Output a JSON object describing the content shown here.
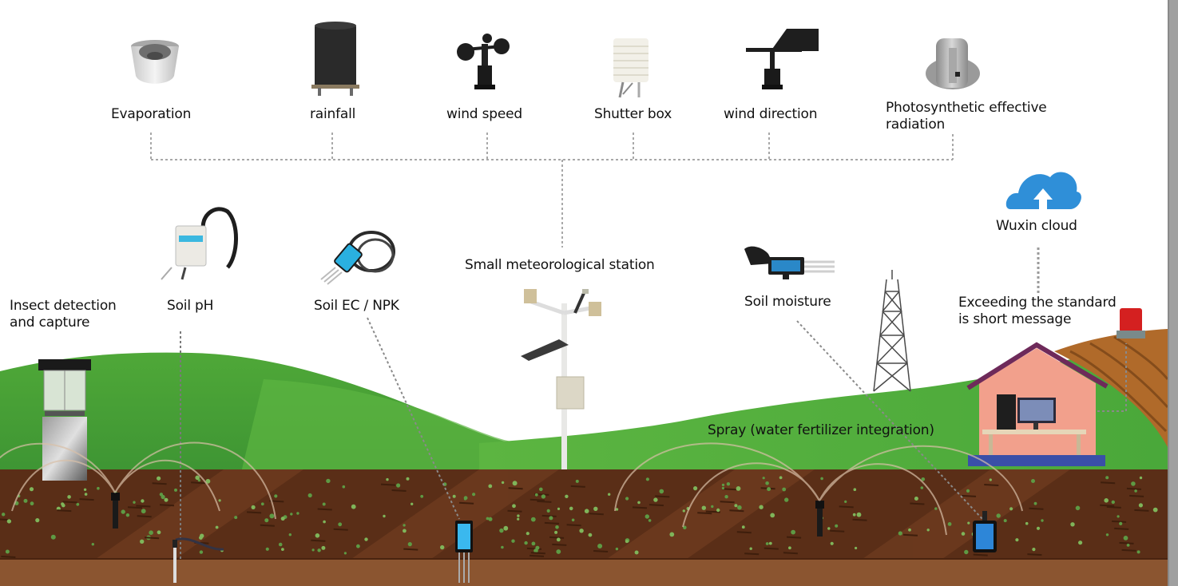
{
  "diagram": {
    "type": "smart-agriculture-iot-system",
    "weather_sensors": [
      {
        "id": "evaporation",
        "label": "Evaporation",
        "icon": "evaporation-sensor-icon"
      },
      {
        "id": "rainfall",
        "label": "rainfall",
        "icon": "rain-gauge-icon"
      },
      {
        "id": "wind-speed",
        "label": "wind speed",
        "icon": "anemometer-icon"
      },
      {
        "id": "shutter-box",
        "label": "Shutter box",
        "icon": "louver-box-icon"
      },
      {
        "id": "wind-direction",
        "label": "wind direction",
        "icon": "wind-vane-icon"
      },
      {
        "id": "par",
        "label": "Photosynthetic effective\nradiation",
        "label_line1": "Photosynthetic effective",
        "label_line2": "radiation",
        "icon": "par-sensor-icon"
      }
    ],
    "station": {
      "label": "Small meteorological station",
      "icon": "weather-station-icon"
    },
    "field_devices": [
      {
        "id": "insect",
        "label_line1": "Insect detection",
        "label_line2": "and capture",
        "icon": "insect-trap-icon"
      },
      {
        "id": "soil-ph",
        "label": "Soil pH",
        "icon": "soil-ph-sensor-icon"
      },
      {
        "id": "soil-ec",
        "label": "Soil EC / NPK",
        "icon": "soil-ec-sensor-icon"
      },
      {
        "id": "soil-moisture",
        "label": "Soil moisture",
        "icon": "soil-moisture-sensor-icon"
      }
    ],
    "cloud": {
      "label": "Wuxin cloud",
      "icon": "cloud-upload-icon"
    },
    "alert": {
      "label_line1": "Exceeding the standard",
      "label_line2": "is short message",
      "icon": "alarm-beacon-icon"
    },
    "spray": {
      "label": "Spray (water fertilizer integration)",
      "icon": "sprinkler-icon"
    },
    "colors": {
      "hill_dark": "#3f9a35",
      "hill_light": "#63b843",
      "soil_top": "#5a2e17",
      "soil_band": "#6b3a1e",
      "subsoil": "#8b5530",
      "cloud": "#2f8fd8",
      "sensor_screen": "#35a8e0",
      "house_wall": "#f2a08c",
      "house_roof": "#6e2a5a",
      "house_base": "#3a4fa8",
      "beacon": "#d42020",
      "field_brown": "#b06a2a"
    }
  }
}
